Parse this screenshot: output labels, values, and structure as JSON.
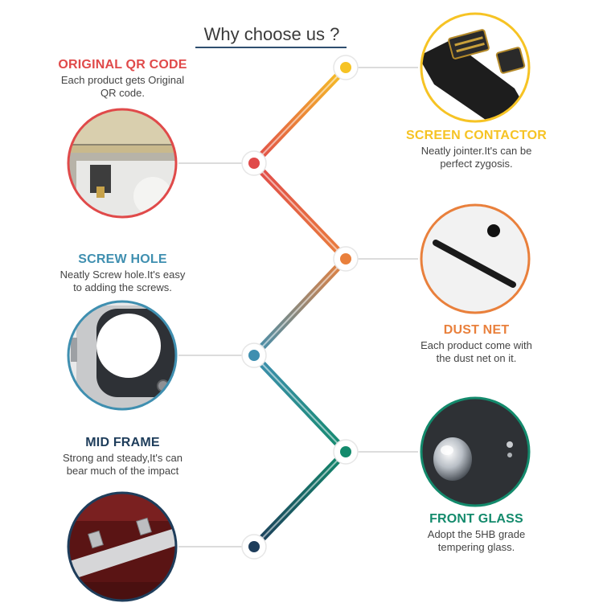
{
  "title": "Why choose us ?",
  "colors": {
    "yellow": "#f6c324",
    "red": "#e04a4a",
    "orange": "#e9803c",
    "blue": "#3f8fb0",
    "teal": "#138a6c",
    "navy": "#1e3d5b",
    "connector_line": "#c8c8c8"
  },
  "features": [
    {
      "heading": "ORIGINAL QR CODE",
      "line1": "Each product gets Original",
      "line2": "QR code.",
      "color": "#e04a4a",
      "image": "lcd-back-qr-label"
    },
    {
      "heading": "SCREEN CONTACTOR",
      "line1": "Neatly jointer.It's can be",
      "line2": "perfect zygosis.",
      "color": "#f6c324",
      "image": "flex-cable-connector"
    },
    {
      "heading": "SCREW HOLE",
      "line1": "Neatly Screw hole.It's easy",
      "line2": "to adding the screws.",
      "color": "#3f8fb0",
      "image": "screw-hole-frame"
    },
    {
      "heading": "DUST NET",
      "line1": "Each product come with",
      "line2": "the dust net on it.",
      "color": "#e9803c",
      "image": "speaker-dust-net"
    },
    {
      "heading": "MID FRAME",
      "line1": "Strong and steady,It's can",
      "line2": "bear much of the impact",
      "color": "#1e3d5b",
      "image": "metal-mid-frame"
    },
    {
      "heading": "FRONT GLASS",
      "line1": "Adopt the 5HB grade",
      "line2": "tempering glass.",
      "color": "#138a6c",
      "image": "water-drop-glass"
    }
  ]
}
